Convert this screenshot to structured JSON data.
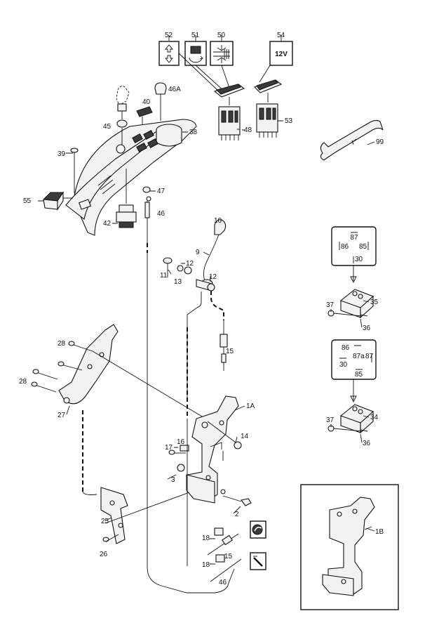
{
  "callouts": {
    "c52": "52",
    "c51": "51",
    "c50": "50",
    "c54": "54",
    "c48": "48",
    "c53": "53",
    "c99": "99",
    "c40": "40",
    "c46A": "46A",
    "c45": "45",
    "c38": "38",
    "c39": "39",
    "c47": "47",
    "c55": "55",
    "c46a": "46",
    "c42": "42",
    "c10": "10",
    "c9": "9",
    "c12a": "12",
    "c11": "11",
    "c13": "13",
    "c12b": "12",
    "c15a": "15",
    "c1A": "1A",
    "c14": "14",
    "c17": "17",
    "c16": "16",
    "c3": "3",
    "c2": "2",
    "c25": "25",
    "c26": "26",
    "c28a": "28",
    "c28b": "28",
    "c27": "27",
    "c18a": "18",
    "c18b": "18",
    "c15b": "15",
    "c46b": "46",
    "c35": "35",
    "c37a": "37",
    "c36a": "36",
    "c34": "34",
    "c37b": "37",
    "c36b": "36",
    "c1B": "1B"
  },
  "symbols": {
    "voltage": "12V",
    "relay1": {
      "t87": "87",
      "t86": "86",
      "t85": "85",
      "t30": "30"
    },
    "relay2": {
      "t86": "86",
      "t87a": "87a",
      "t87": "87",
      "t30": "30",
      "t85": "85"
    }
  },
  "icons": [
    "arrow-up-down-icon",
    "rotate-icon",
    "road-level-icon",
    "tractor-icon",
    "slope-icon",
    "fork-tool-icon"
  ]
}
